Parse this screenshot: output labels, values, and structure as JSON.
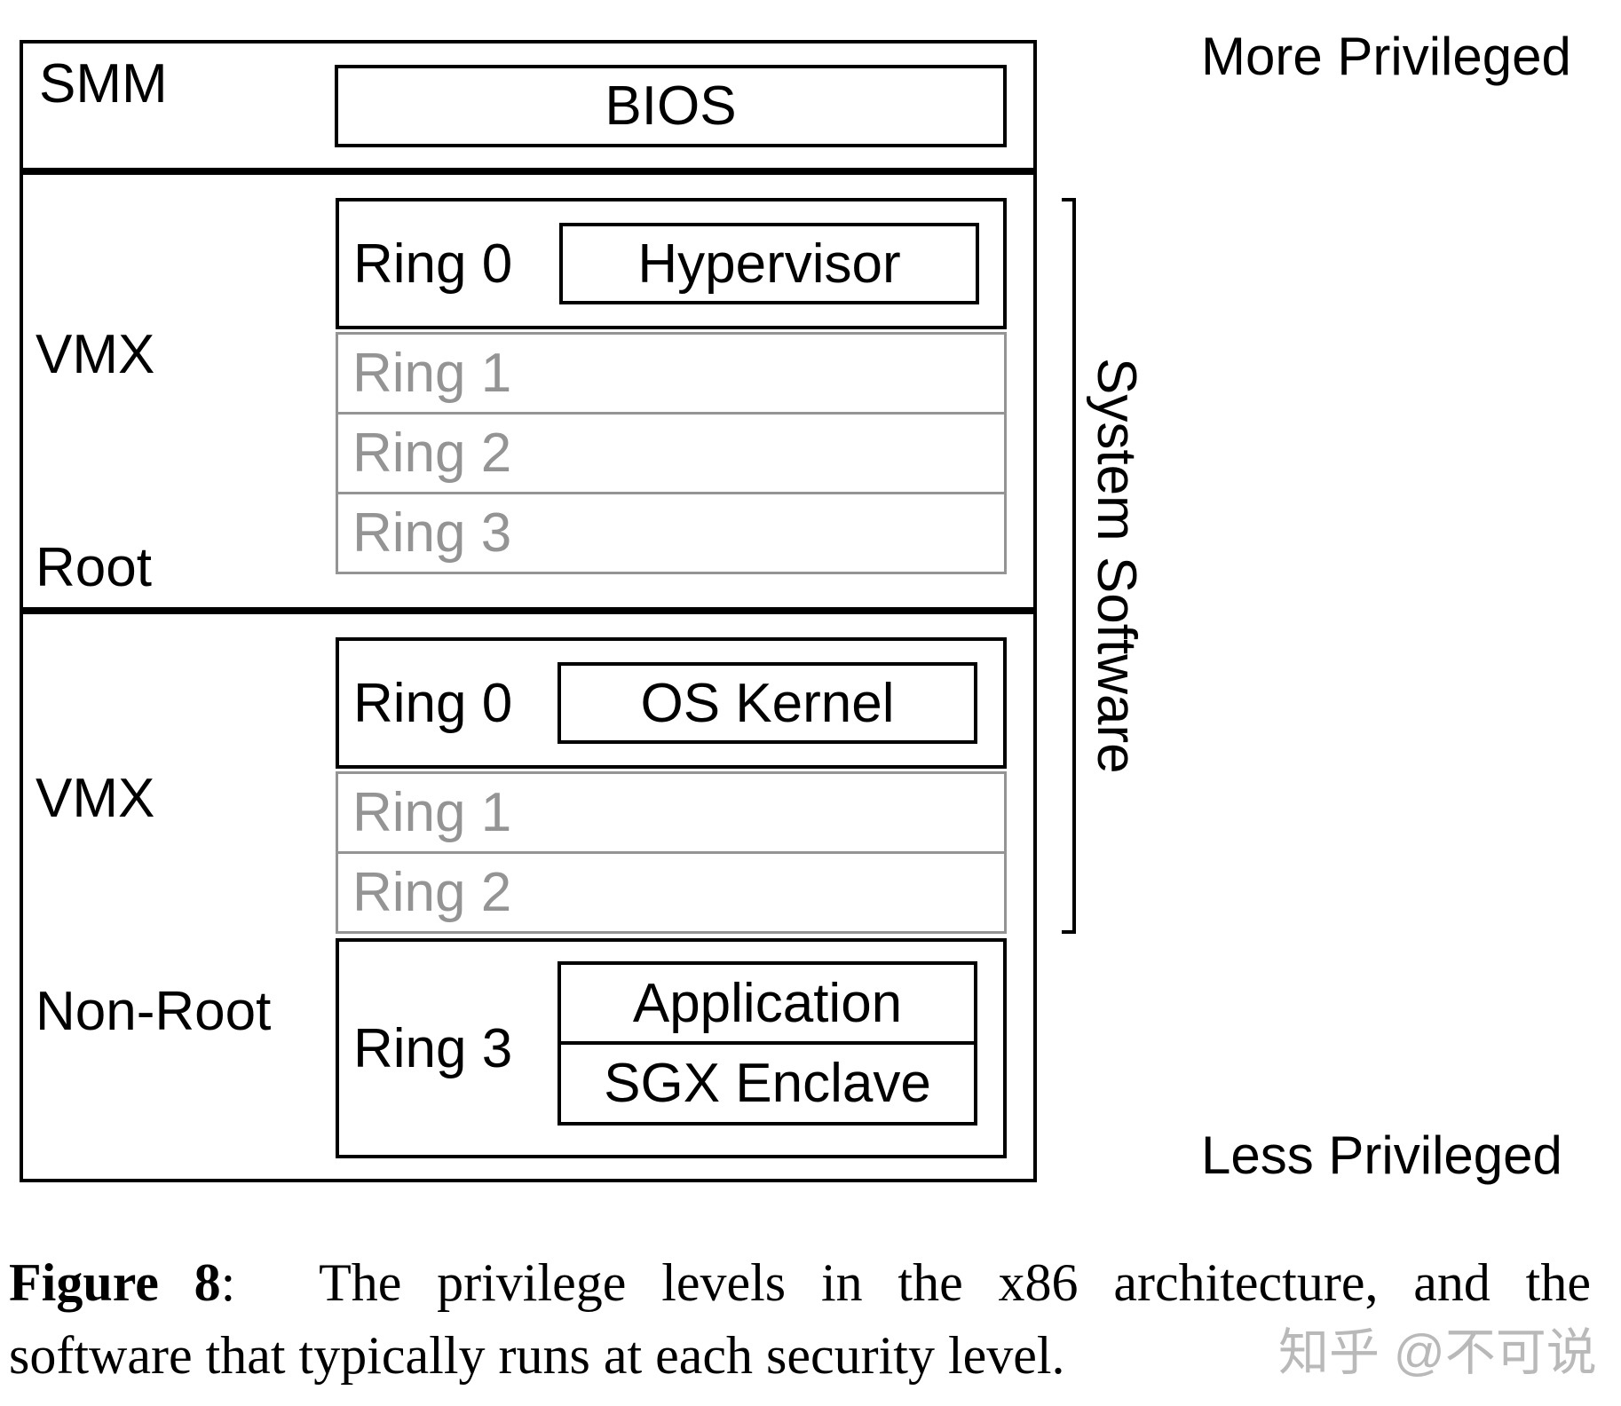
{
  "diagram": {
    "smm": {
      "label": "SMM",
      "bios_label": "BIOS"
    },
    "vmx_root": {
      "label_line1": "VMX",
      "label_line2": "Root",
      "ring0_label": "Ring 0",
      "ring0_software": "Hypervisor",
      "ring1_label": "Ring 1",
      "ring2_label": "Ring 2",
      "ring3_label": "Ring 3"
    },
    "vmx_nonroot": {
      "label_line1": "VMX",
      "label_line2": "Non-Root",
      "ring0_label": "Ring 0",
      "ring0_software": "OS Kernel",
      "ring1_label": "Ring 1",
      "ring2_label": "Ring 2",
      "ring3_label": "Ring 3",
      "ring3_software_top": "Application",
      "ring3_software_bottom": "SGX Enclave"
    },
    "annotations": {
      "more_privileged": "More Privileged",
      "less_privileged": "Less Privileged",
      "system_software": "System Software"
    },
    "colors": {
      "ink": "#000000",
      "ring_gray": "#949494",
      "watermark_gray": "#b9b9b9"
    }
  },
  "caption": {
    "figure_label": "Figure 8",
    "colon": ":",
    "line1_rest": "The privilege levels in the x86 architecture, and the",
    "line2": "software that typically runs at each security level."
  },
  "watermark": "知乎 @不可说"
}
